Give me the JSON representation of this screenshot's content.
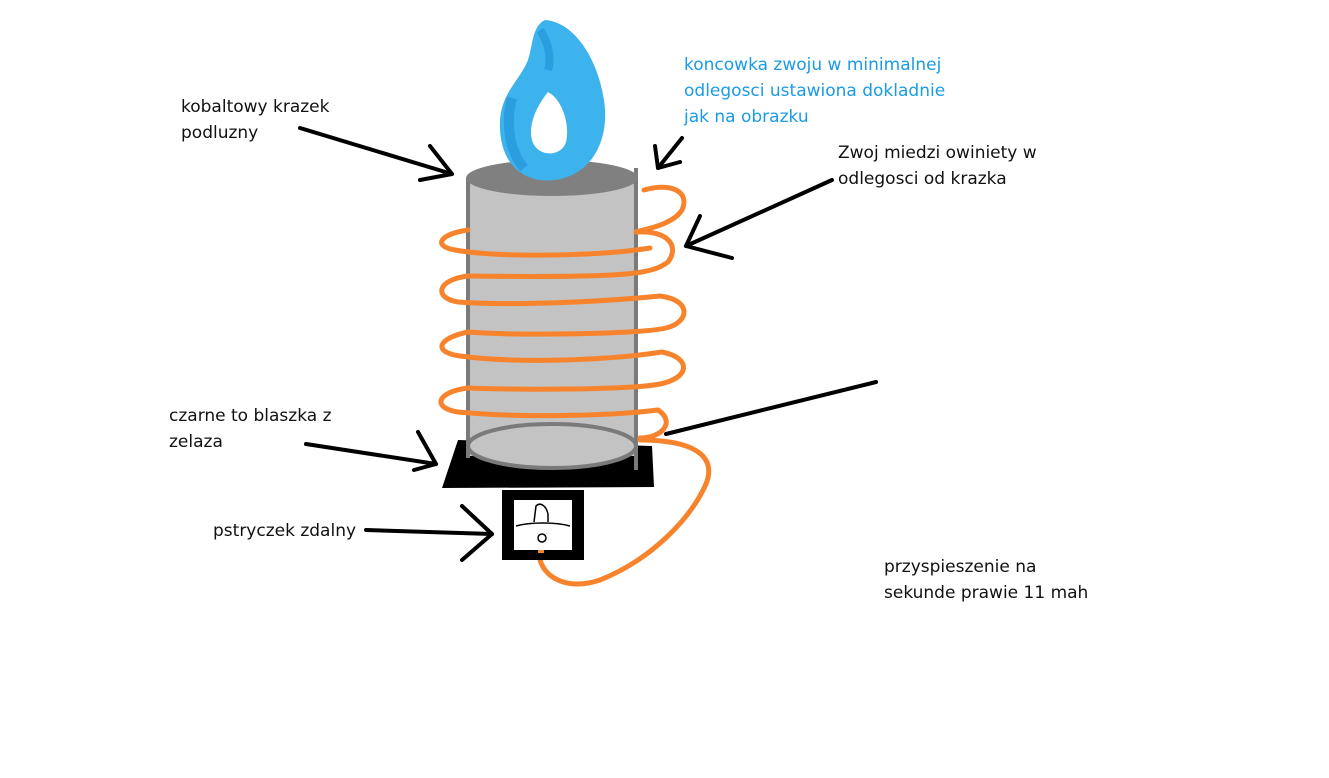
{
  "labels": {
    "disc": "kobaltowy krazek\npodluzny",
    "coil_end": "koncowka zwoju w minimalnej\nodlegosci ustawiona dokladnie\njak na obrazku",
    "coil": "Zwoj miedzi owiniety w\nodlegosci od krazka",
    "plate": "czarne to blaszka z\nzelaza",
    "switch": "pstryczek zdalny",
    "acceleration": "przyspieszenie na\nsekunde prawie 11 mah"
  },
  "colors": {
    "background": "#ffffff",
    "flame": "#3db3ee",
    "flame_dark": "#1e8fd6",
    "cylinder_body": "#c3c3c3",
    "cylinder_top": "#808080",
    "cylinder_edge": "#7a7a7a",
    "copper_coil": "#f7842d",
    "iron_plate": "#000000",
    "arrow": "#000000",
    "label_text": "#111111",
    "note_text": "#1a9be3"
  },
  "icons": {
    "flame": "flame-icon",
    "switch": "remote-switch-icon"
  }
}
